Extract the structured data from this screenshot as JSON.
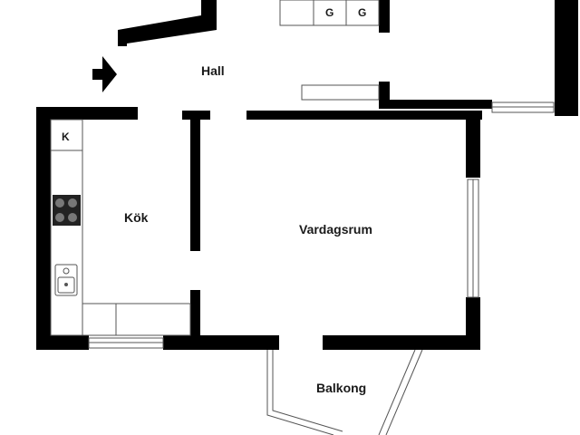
{
  "rooms": {
    "hall": "Hall",
    "kitchen": "Kök",
    "living_room": "Vardagsrum",
    "balcony": "Balkong"
  },
  "fixtures": {
    "kitchen_cabinet": "K",
    "wardrobe_1": "G",
    "wardrobe_2": "G"
  },
  "colors": {
    "wall": "#000000",
    "background": "#ffffff",
    "thin_line": "#555555"
  },
  "icons": {
    "entrance": "entrance-arrow-icon",
    "stove": "stove-icon",
    "sink": "sink-icon"
  }
}
